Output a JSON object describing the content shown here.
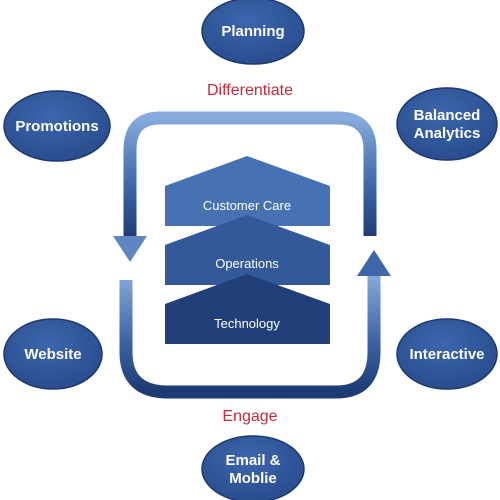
{
  "cycle": {
    "top_label": "Differentiate",
    "bottom_label": "Engage"
  },
  "tiers": [
    {
      "label": "Customer Care"
    },
    {
      "label": "Operations"
    },
    {
      "label": "Technology"
    }
  ],
  "nodes": {
    "planning": {
      "lines": [
        "Planning"
      ]
    },
    "promotions": {
      "lines": [
        "Promotions"
      ]
    },
    "balanced": {
      "lines": [
        "Balanced",
        "Analytics"
      ]
    },
    "website": {
      "lines": [
        "Website"
      ]
    },
    "interactive": {
      "lines": [
        "Interactive"
      ]
    },
    "email": {
      "lines": [
        "Email &",
        "Moblie"
      ]
    }
  },
  "colors": {
    "node_fill": "#2f5699",
    "node_stroke": "#1d3a6e",
    "tier_light": "#4672b4",
    "tier_mid": "#34599a",
    "tier_dark": "#213f78",
    "arrow_light": "#7fa6da",
    "arrow_dark": "#1f3d78",
    "accent_red": "#c8283a"
  }
}
